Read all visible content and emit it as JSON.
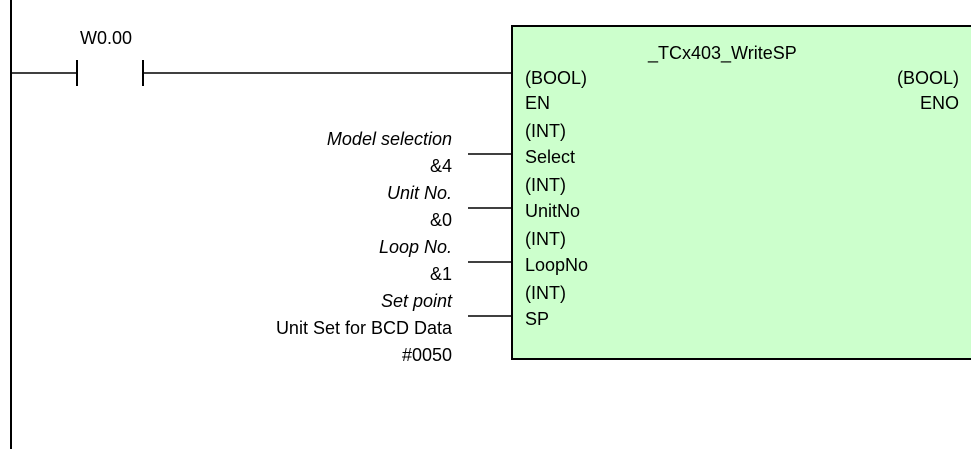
{
  "contact": {
    "address": "W0.00"
  },
  "function_block": {
    "name": "_TCx403_WriteSP",
    "bg_color": "#ccffcc",
    "input_types": [
      "(BOOL)",
      "(INT)",
      "(INT)",
      "(INT)",
      "(INT)"
    ],
    "input_names": [
      "EN",
      "Select",
      "UnitNo",
      "LoopNo",
      "SP"
    ],
    "output_type": "(BOOL)",
    "output_name": "ENO"
  },
  "operands": [
    {
      "comment": "Model selection",
      "value": "&4"
    },
    {
      "comment": "Unit No.",
      "value": "&0"
    },
    {
      "comment": "Loop No.",
      "value": "&1"
    },
    {
      "comment": "Set point",
      "extra": "Unit Set for BCD Data",
      "value": "#0050"
    }
  ]
}
